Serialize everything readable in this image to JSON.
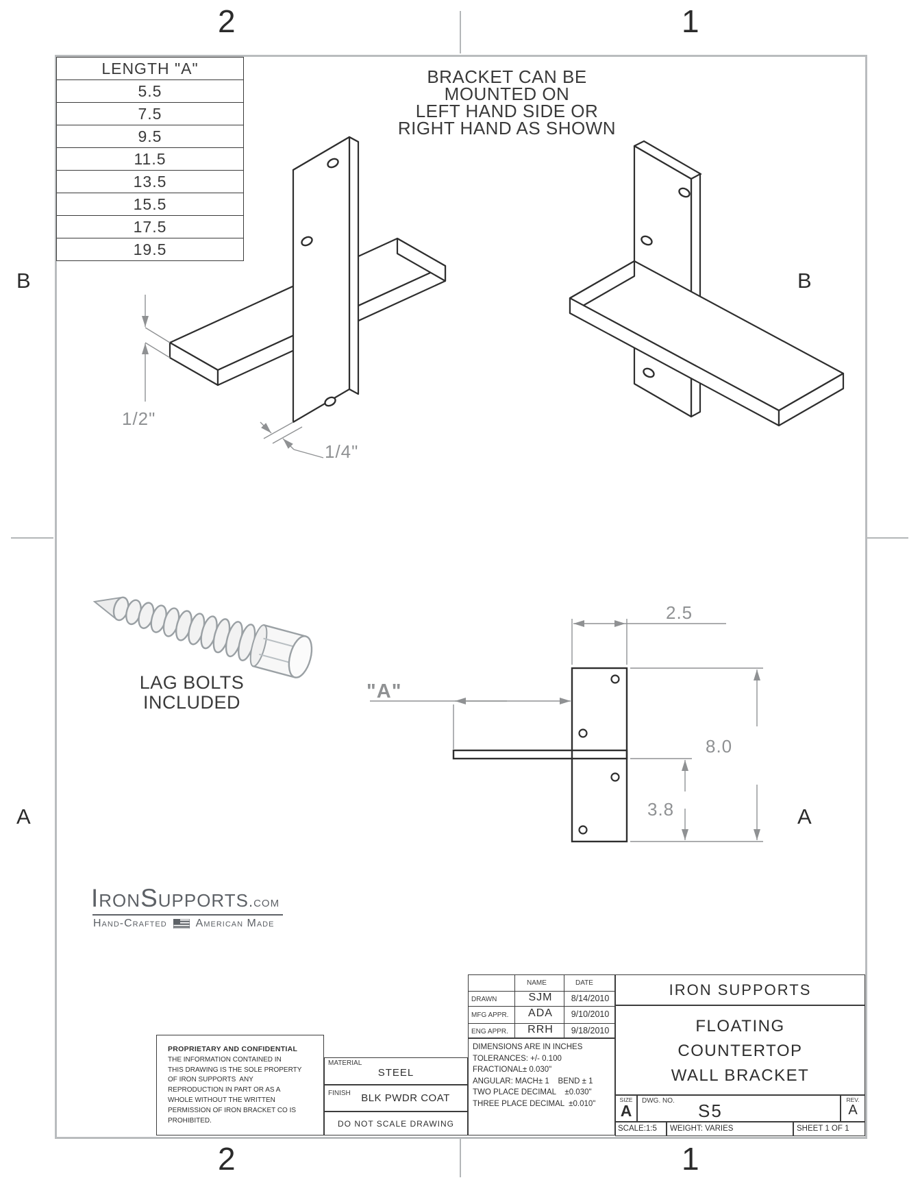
{
  "zones": {
    "col_left": "2",
    "col_right": "1",
    "row_upper": "B",
    "row_lower": "A"
  },
  "length_table": {
    "header": "LENGTH \"A\"",
    "values": [
      "5.5",
      "7.5",
      "9.5",
      "11.5",
      "13.5",
      "15.5",
      "17.5",
      "19.5"
    ]
  },
  "note": {
    "text": "BRACKET CAN BE\nMOUNTED ON\nLEFT HAND SIDE OR\nRIGHT HAND AS SHOWN"
  },
  "lag": {
    "text": "LAG BOLTS\nINCLUDED"
  },
  "dims": {
    "shelf_thickness": "1/2\"",
    "plate_thickness": "1/4\"",
    "plate_width": "2.5",
    "plate_height": "8.0",
    "lower_hole_offset": "3.8",
    "length_ref": "\"A\""
  },
  "logo": {
    "part1": "Iron",
    "part2": "Supports",
    "tld": ".com",
    "tag1": "Hand-Crafted",
    "tag2": "American Made",
    "flag_icon": "us-flag-icon"
  },
  "title_block": {
    "approvals": {
      "col_name": "NAME",
      "col_date": "DATE",
      "rows": [
        {
          "label": "DRAWN",
          "name": "SJM",
          "date": "8/14/2010"
        },
        {
          "label": "MFG APPR.",
          "name": "ADA",
          "date": "9/10/2010"
        },
        {
          "label": "ENG APPR.",
          "name": "RRH",
          "date": "9/18/2010"
        }
      ]
    },
    "tolerances": "DIMENSIONS ARE IN INCHES\nTOLERANCES: +/- 0.100\nFRACTIONAL± 0.030\"\nANGULAR: MACH± 1    BEND ± 1\nTWO PLACE DECIMAL    ±0.030\"\nTHREE PLACE DECIMAL  ±0.010\"",
    "company": "IRON SUPPORTS",
    "title": "FLOATING\nCOUNTERTOP\nWALL BRACKET",
    "size_label": "SIZE",
    "size": "A",
    "dwg_label": "DWG.  NO.",
    "dwg_no": "S5",
    "rev_label": "REV.",
    "rev": "A",
    "scale": "SCALE:1:5",
    "weight": "WEIGHT: VARIES",
    "sheet": "SHEET 1 OF 1",
    "material_label": "MATERIAL",
    "material": "STEEL",
    "finish_label": "FINISH",
    "finish": "BLK PWDR COAT",
    "do_not_scale": "DO  NOT  SCALE  DRAWING",
    "prop_heading": "PROPRIETARY AND CONFIDENTIAL",
    "prop_body": "THE INFORMATION CONTAINED IN\nTHIS DRAWING IS THE SOLE PROPERTY\nOF IRON SUPPORTS  ANY\nREPRODUCTION IN PART OR AS A\nWHOLE WITHOUT THE WRITTEN\nPERMISSION OF IRON BRACKET CO IS\nPROHIBITED."
  },
  "colors": {
    "line": "#2e2e2e",
    "dim": "#8f9193",
    "frame": "#b9bcbe",
    "logo_gray": "#5d6166"
  }
}
